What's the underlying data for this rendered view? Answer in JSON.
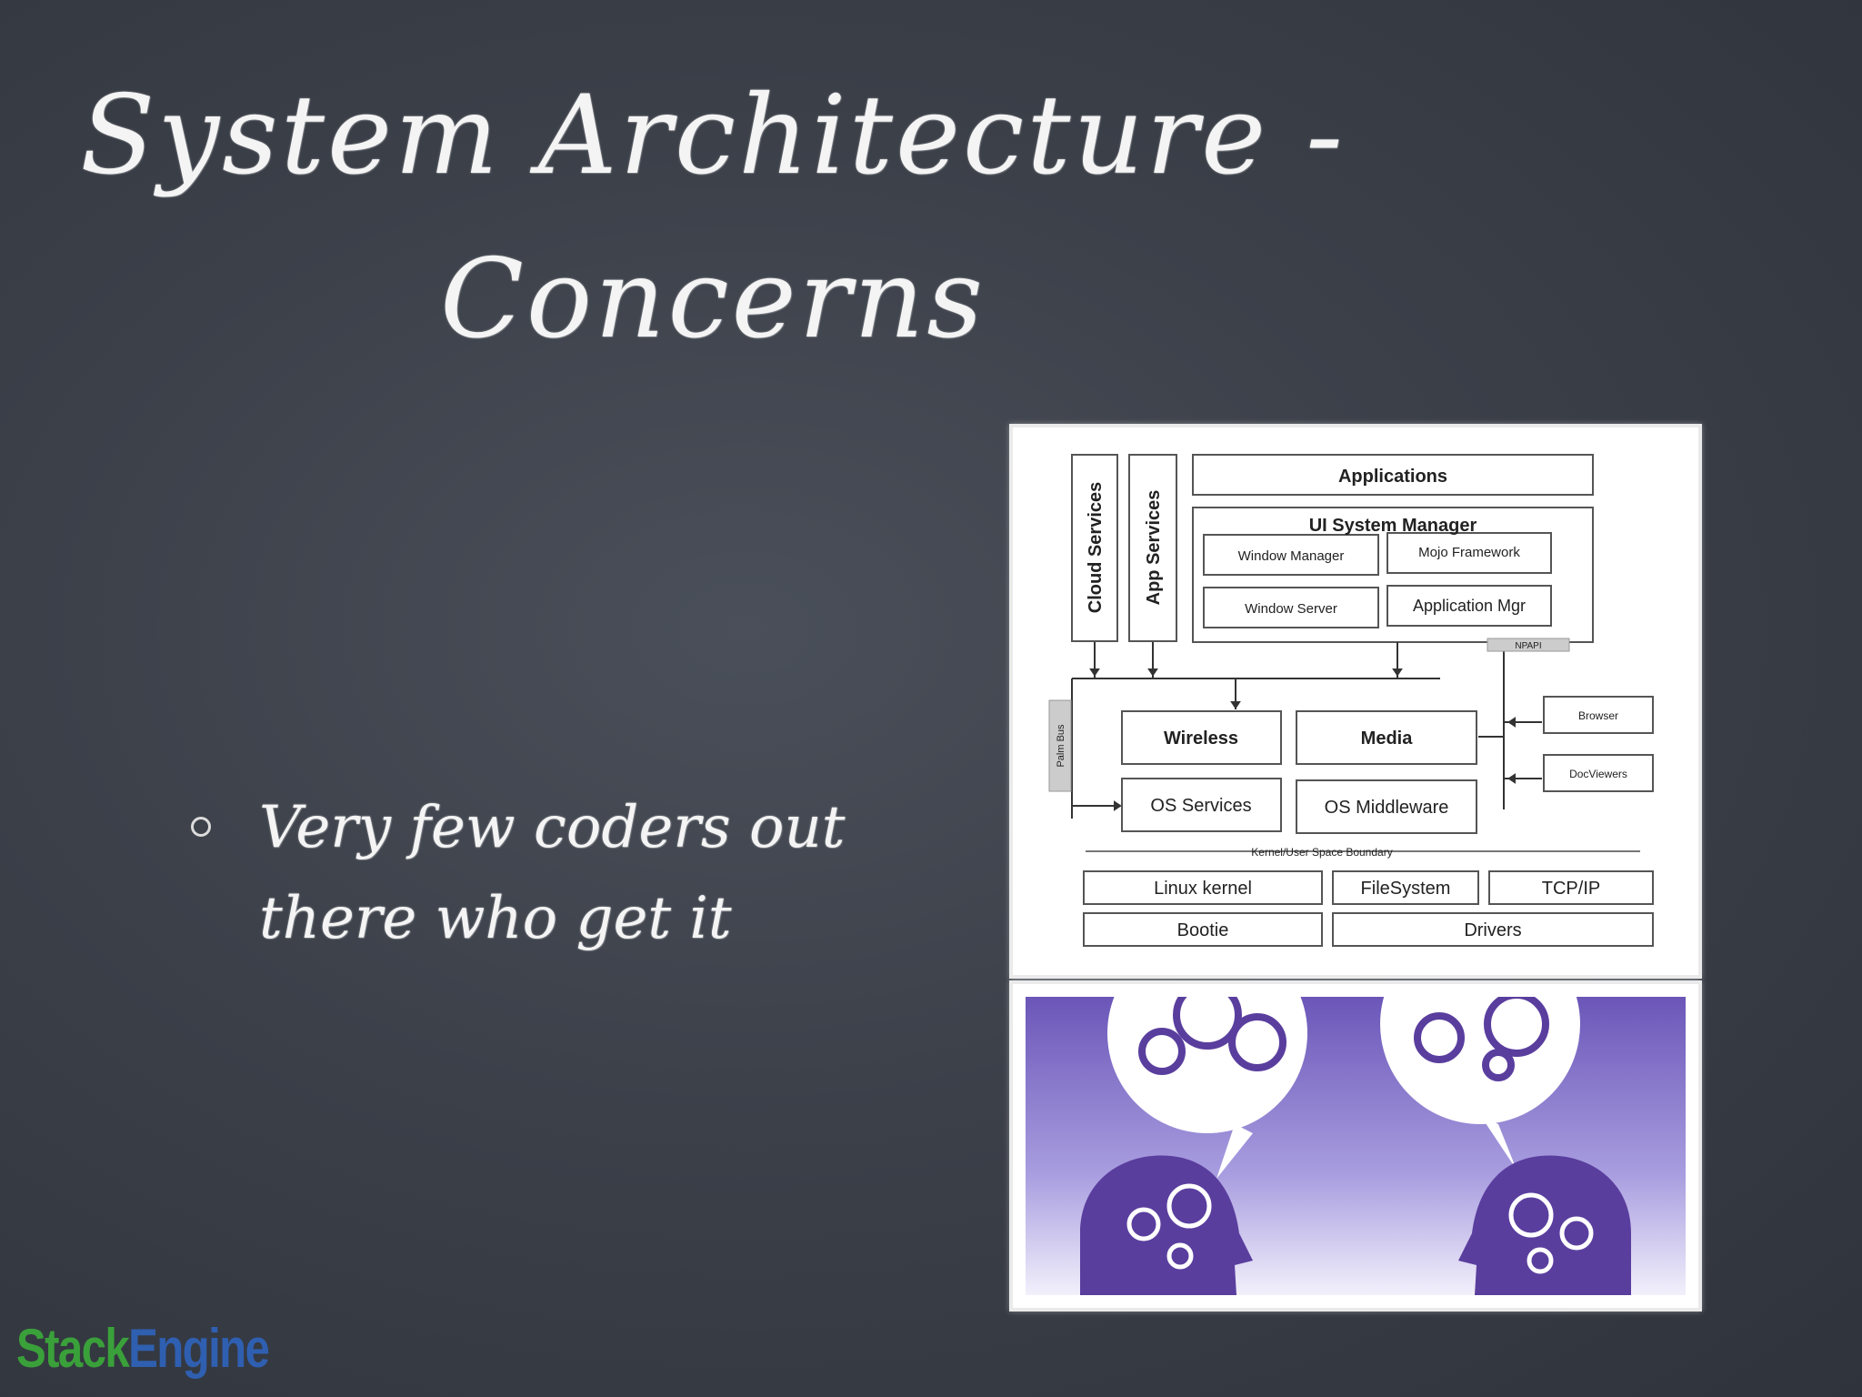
{
  "slide": {
    "title": "System Architecture - Concerns",
    "bullet": "Very few coders out there who get it"
  },
  "logo": {
    "part1": "Stack",
    "part2": "Engine",
    "color1": "#3aa03a",
    "color2": "#2f5fb0"
  },
  "diagram": {
    "applications": "Applications",
    "cloud_services": "Cloud Services",
    "app_services": "App Services",
    "ui_system_manager": "UI System Manager",
    "window_manager": "Window Manager",
    "mojo_framework": "Mojo Framework",
    "window_server": "Window Server",
    "application_mgr": "Application Mgr",
    "npapi": "NPAPI",
    "palm_bus": "Palm Bus",
    "wireless": "Wireless",
    "media": "Media",
    "os_services": "OS Services",
    "os_middleware": "OS Middleware",
    "browser": "Browser",
    "docviewers": "DocViewers",
    "boundary": "Kernel/User Space Boundary",
    "linux_kernel": "Linux kernel",
    "filesystem": "FileSystem",
    "tcpip": "TCP/IP",
    "bootie": "Bootie",
    "drivers": "Drivers"
  },
  "illustration": {
    "icon": "gears-heads-icon",
    "color": "#5a3e9e"
  }
}
